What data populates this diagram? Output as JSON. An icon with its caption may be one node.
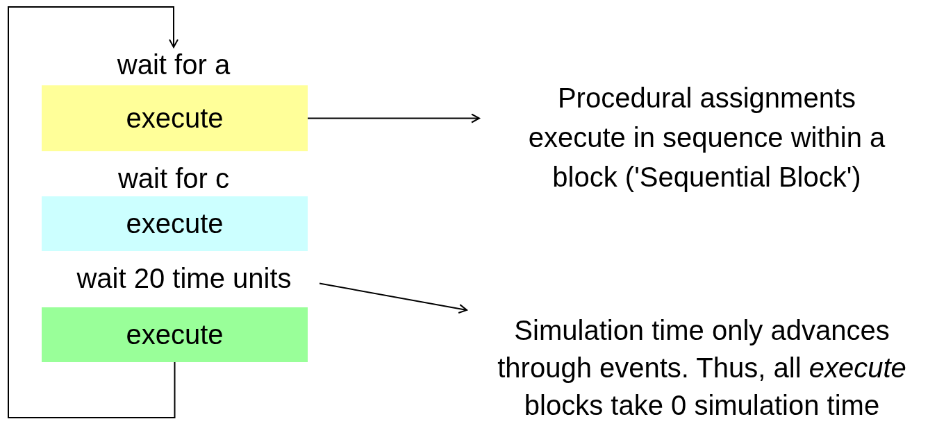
{
  "diagram": {
    "nodes": [
      {
        "text": [
          "wait for a"
        ]
      },
      {
        "text": [
          "execute"
        ]
      },
      {
        "text": [
          "wait for c"
        ]
      },
      {
        "text": [
          "execute"
        ]
      },
      {
        "text": [
          "wait 20 time units"
        ]
      },
      {
        "text": [
          "execute"
        ]
      },
      {
        "text": [
          "Procedural assignments execute in sequence within a block ('Sequential Block')"
        ]
      },
      {
        "text": [
          "Simulation time only advances through events. Thus, all *execute* blocks take 0 simulation time"
        ]
      }
    ],
    "edges": [
      {
        "from": 5,
        "to": 0,
        "arrow": "to"
      },
      {
        "from": 1,
        "to": 6,
        "arrow": "to"
      },
      {
        "from": 4,
        "to": 7,
        "arrow": "to"
      }
    ]
  }
}
